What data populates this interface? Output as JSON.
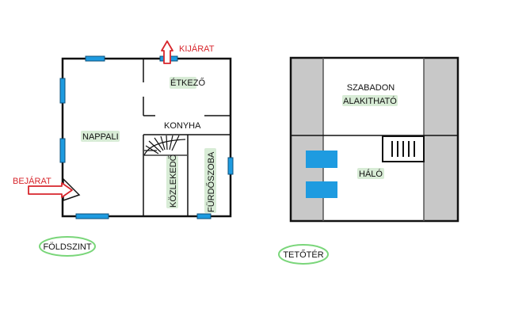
{
  "colors": {
    "wall": "#111111",
    "window": "#1e9be0",
    "window_outline": "#0b4f7a",
    "arrow": "#d7262c",
    "gray_area": "#c8c8c8",
    "label_bg": "#d8ecd6",
    "badge_border": "#7ad67a"
  },
  "ground_floor": {
    "badge": "FÖLDSZINT",
    "rooms": {
      "etkezo": "ÉTKEZŐ",
      "nappali": "NAPPALI",
      "konyha": "KONYHA",
      "kozlekedo": "KÖZLEKEDŐ",
      "furdoszoba": "FÜRDŐSZOBA"
    },
    "entrance_label": "BEJÁRAT",
    "exit_label": "KIJÁRAT"
  },
  "attic": {
    "badge": "TETŐTÉR",
    "rooms": {
      "szabadon_line1": "SZABADON",
      "szabadon_line2": "ALAKITHATÓ",
      "halo": "HÁLÓ"
    }
  }
}
